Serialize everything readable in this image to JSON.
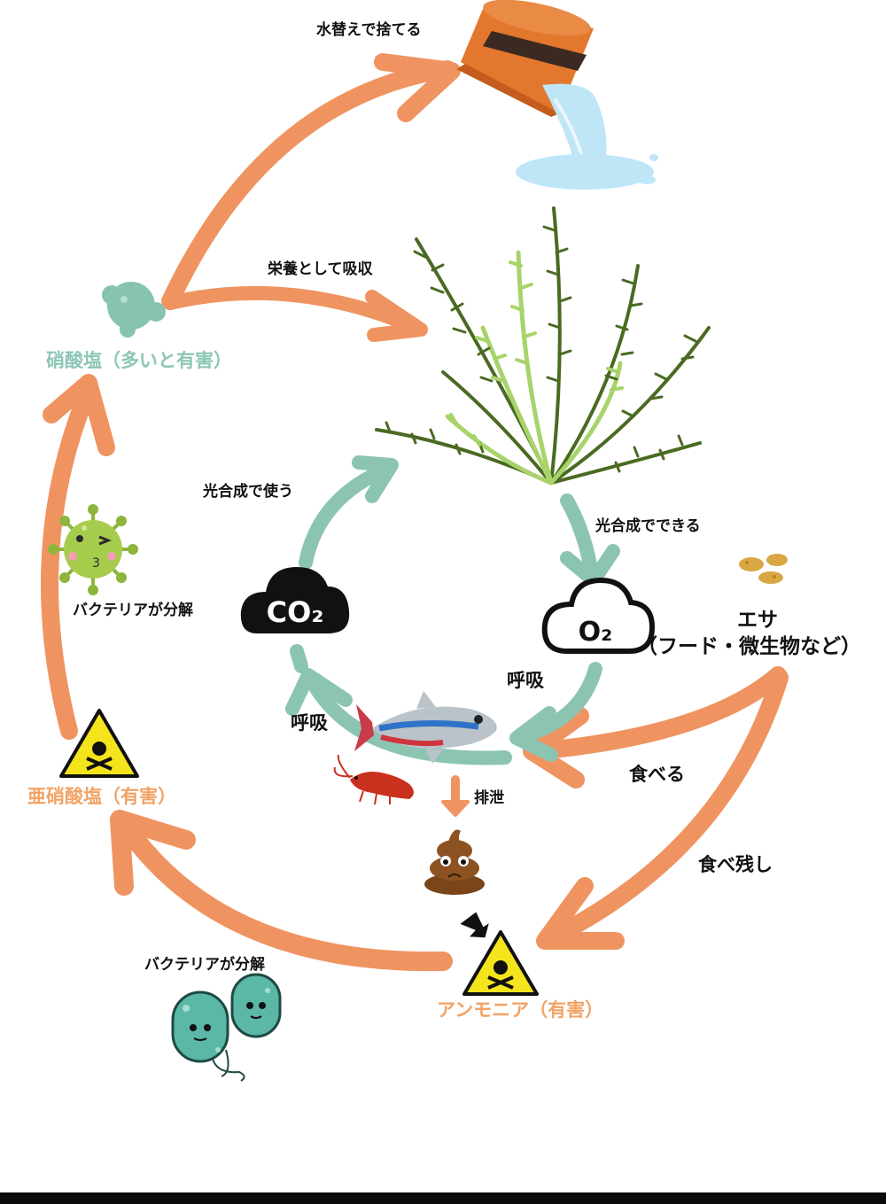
{
  "colors": {
    "orange_arrow": "#ef9460",
    "teal_arrow": "#8cc4b2",
    "teal_label": "#8cc6b6",
    "orange_label": "#f2a365",
    "bucket": "#e4772e",
    "water": "#bfe6f7",
    "plant_dark": "#4a6a22",
    "plant_light": "#a8d36a",
    "warning_yellow": "#f4e41c"
  },
  "labels": {
    "water_change": "水替えで捨てる",
    "absorb_nutrient": "栄養として吸収",
    "nitrate": "硝酸塩（多いと有害）",
    "photosynthesis_use": "光合成で使う",
    "photosynthesis_make": "光合成でできる",
    "bacteria_decompose_top": "バクテリアが分解",
    "nitrite": "亜硝酸塩（有害）",
    "food_title": "エサ",
    "food_detail": "（フード・微生物など）",
    "respiration_right": "呼吸",
    "respiration_left": "呼吸",
    "eat": "食べる",
    "leftover": "食べ残し",
    "excretion": "排泄",
    "bacteria_decompose_bottom": "バクテリアが分解",
    "ammonia": "アンモニア（有害）"
  },
  "icons": {
    "co2": {
      "name": "co2-cloud-icon",
      "text": "CO₂"
    },
    "o2": {
      "name": "o2-cloud-icon",
      "text": "O₂"
    }
  }
}
